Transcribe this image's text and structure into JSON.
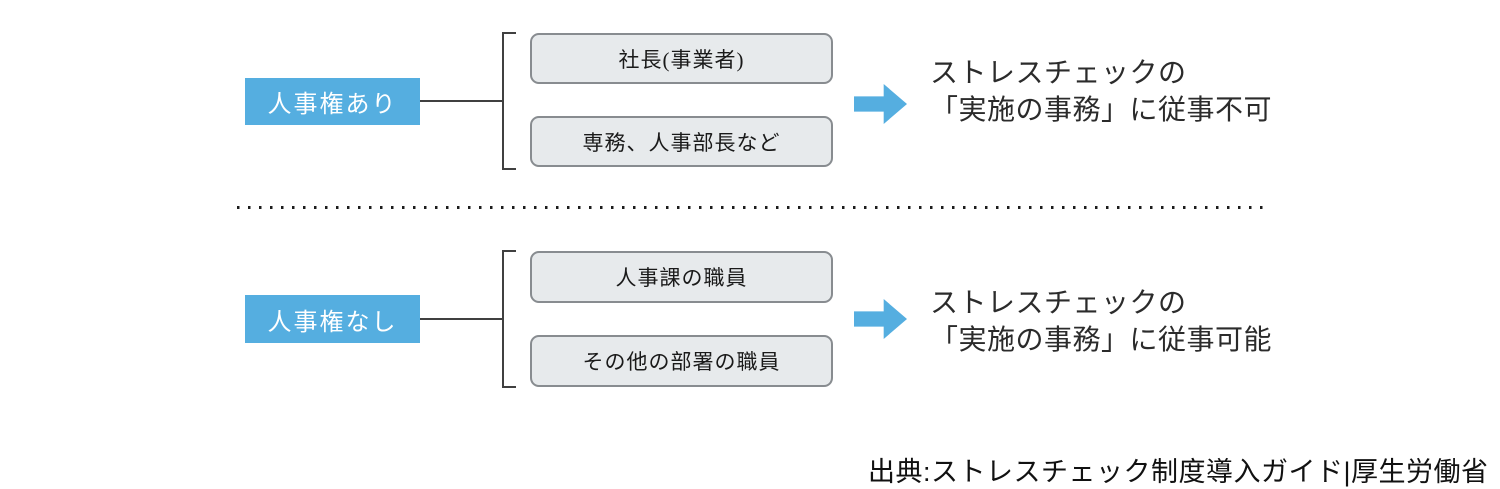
{
  "diagram": {
    "title_implicit": "",
    "groups": [
      {
        "label": "人事権あり",
        "members": [
          "社長(事業者)",
          "専務、人事部長など"
        ],
        "result": {
          "line1": "ストレスチェックの",
          "line2": "「実施の事務」に従事不可"
        }
      },
      {
        "label": "人事権なし",
        "members": [
          "人事課の職員",
          "その他の部署の職員"
        ],
        "result": {
          "line1": "ストレスチェックの",
          "line2": "「実施の事務」に従事可能"
        }
      }
    ],
    "source": "出典:ストレスチェック制度導入ガイド|厚生労働省",
    "icons": {
      "arrow": "right-block-arrow-icon",
      "bracket": "square-bracket",
      "divider": "dotted-line"
    },
    "colors": {
      "accent_blue": "#55AEE0",
      "member_fill": "#E7EAEC",
      "member_border": "#888C90",
      "line": "#404040",
      "text": "#2B2B2B"
    }
  }
}
